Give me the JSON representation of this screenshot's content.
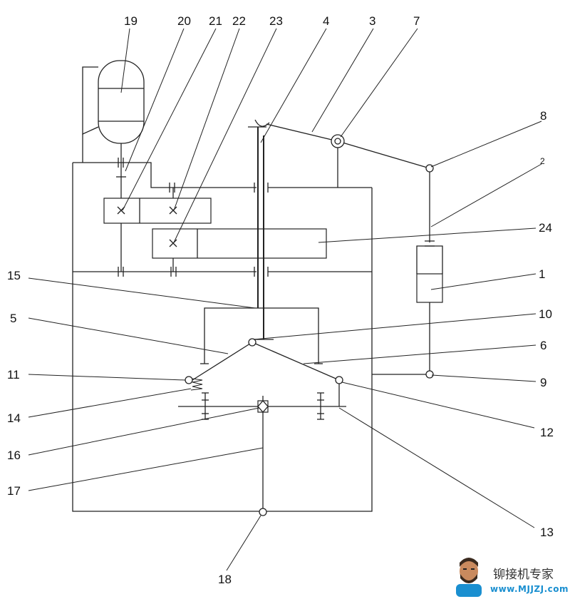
{
  "labels": {
    "n1": "1",
    "n2": "2",
    "n3": "3",
    "n4": "4",
    "n5": "5",
    "n6": "6",
    "n7": "7",
    "n8": "8",
    "n9": "9",
    "n10": "10",
    "n11": "11",
    "n12": "12",
    "n13": "13",
    "n14": "14",
    "n15": "15",
    "n16": "16",
    "n17": "17",
    "n18": "18",
    "n19": "19",
    "n20": "20",
    "n21": "21",
    "n22": "22",
    "n23": "23",
    "n24": "24"
  },
  "watermark": {
    "title": "铆接机专家",
    "url": "www.MJJZJ.com",
    "colors": {
      "accent": "#1a8fd0",
      "red": "#d22"
    }
  }
}
